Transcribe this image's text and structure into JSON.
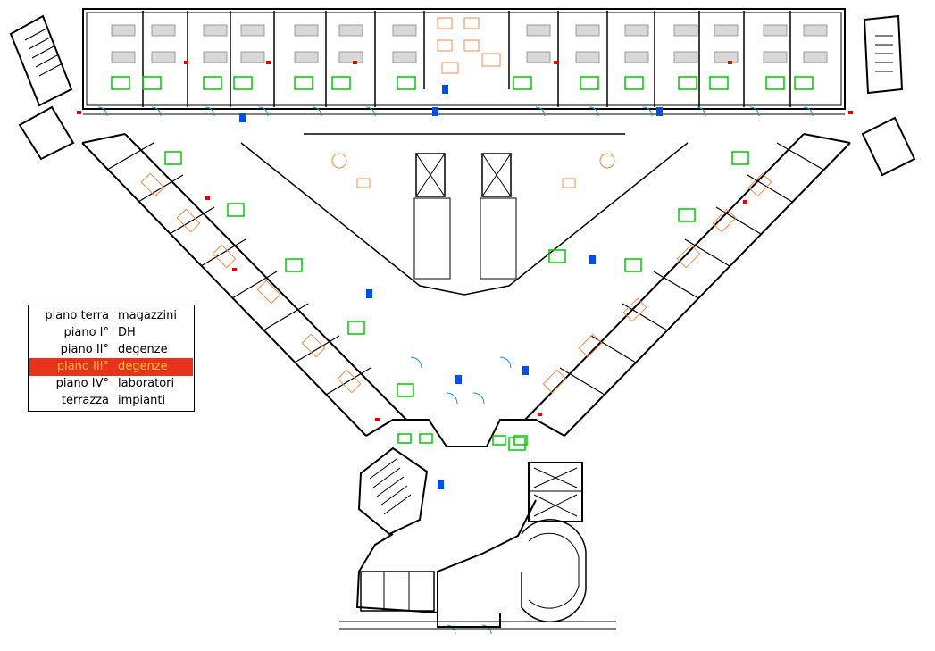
{
  "legend": {
    "rows": [
      {
        "floor": "piano terra",
        "use": "magazzini",
        "highlighted": false
      },
      {
        "floor": "piano I°",
        "use": "DH",
        "highlighted": false
      },
      {
        "floor": "piano II°",
        "use": "degenze",
        "highlighted": false
      },
      {
        "floor": "piano III°",
        "use": "degenze",
        "highlighted": true
      },
      {
        "floor": "piano IV°",
        "use": "laboratori",
        "highlighted": false
      },
      {
        "floor": "terrazza",
        "use": "impianti",
        "highlighted": false
      }
    ],
    "highlight_color": "#e8331c",
    "highlight_text_color": "#f6c23a"
  },
  "colors": {
    "walls": "#000000",
    "furniture": "#f08a4b",
    "sanitary": "#00c800",
    "doors": "#00a0c8",
    "equipment": "#0050e6",
    "markers": "#e00000"
  }
}
